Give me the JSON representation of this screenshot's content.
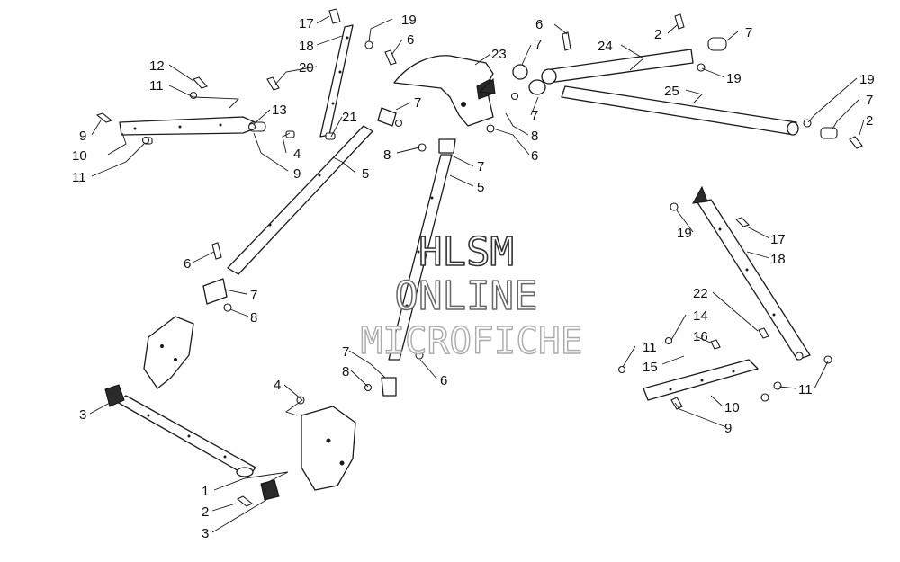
{
  "watermark": {
    "line1": "HLSM",
    "line2": "ONLINE",
    "line3": "MICROFICHE"
  },
  "callouts": [
    {
      "id": "c01",
      "text": "17"
    },
    {
      "id": "c02",
      "text": "18"
    },
    {
      "id": "c03",
      "text": "20"
    },
    {
      "id": "c04",
      "text": "19"
    },
    {
      "id": "c05",
      "text": "6"
    },
    {
      "id": "c06",
      "text": "12"
    },
    {
      "id": "c07",
      "text": "11"
    },
    {
      "id": "c08",
      "text": "13"
    },
    {
      "id": "c09",
      "text": "9"
    },
    {
      "id": "c10",
      "text": "10"
    },
    {
      "id": "c11",
      "text": "11"
    },
    {
      "id": "c12",
      "text": "4"
    },
    {
      "id": "c13",
      "text": "9"
    },
    {
      "id": "c14",
      "text": "21"
    },
    {
      "id": "c15",
      "text": "5"
    },
    {
      "id": "c16",
      "text": "23"
    },
    {
      "id": "c17",
      "text": "7"
    },
    {
      "id": "c18",
      "text": "8"
    },
    {
      "id": "c19",
      "text": "7"
    },
    {
      "id": "c20",
      "text": "5"
    },
    {
      "id": "c21",
      "text": "6"
    },
    {
      "id": "c22",
      "text": "7"
    },
    {
      "id": "c23",
      "text": "8"
    },
    {
      "id": "c24",
      "text": "6"
    },
    {
      "id": "c25",
      "text": "7"
    },
    {
      "id": "c26",
      "text": "24"
    },
    {
      "id": "c27",
      "text": "7"
    },
    {
      "id": "c28",
      "text": "2"
    },
    {
      "id": "c29",
      "text": "19"
    },
    {
      "id": "c30",
      "text": "25"
    },
    {
      "id": "c31",
      "text": "19"
    },
    {
      "id": "c32",
      "text": "7"
    },
    {
      "id": "c33",
      "text": "2"
    },
    {
      "id": "c34",
      "text": "6"
    },
    {
      "id": "c35",
      "text": "7"
    },
    {
      "id": "c36",
      "text": "8"
    },
    {
      "id": "c37",
      "text": "4"
    },
    {
      "id": "c38",
      "text": "7"
    },
    {
      "id": "c39",
      "text": "8"
    },
    {
      "id": "c40",
      "text": "6"
    },
    {
      "id": "c41",
      "text": "3"
    },
    {
      "id": "c42",
      "text": "1"
    },
    {
      "id": "c43",
      "text": "2"
    },
    {
      "id": "c44",
      "text": "3"
    },
    {
      "id": "c45",
      "text": "19"
    },
    {
      "id": "c46",
      "text": "17"
    },
    {
      "id": "c47",
      "text": "18"
    },
    {
      "id": "c48",
      "text": "22"
    },
    {
      "id": "c49",
      "text": "14"
    },
    {
      "id": "c50",
      "text": "16"
    },
    {
      "id": "c51",
      "text": "11"
    },
    {
      "id": "c52",
      "text": "15"
    },
    {
      "id": "c53",
      "text": "11"
    },
    {
      "id": "c54",
      "text": "10"
    },
    {
      "id": "c55",
      "text": "9"
    }
  ]
}
